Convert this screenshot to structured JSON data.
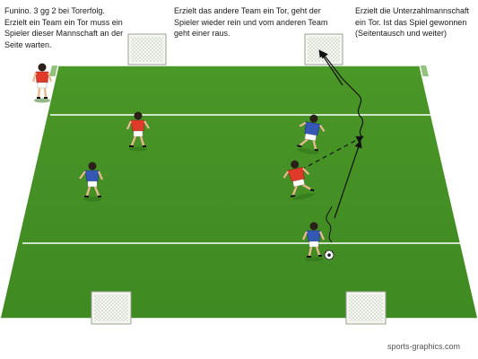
{
  "notes": {
    "left": "Funino. 3 gg 2 bei Torerfolg. Erzielt ein Team ein Tor muss ein Spieler dieser Mannschaft an der Seite warten.",
    "middle": "Erzielt das andere Team ein Tor, geht der Spieler wieder rein und vom anderen Team geht einer raus.",
    "right": "Erzielt die Unterzahlmannschaft ein Tor. Ist das Spiel gewonnen (Seitentausch und weiter)"
  },
  "watermark": "sports-graphics.com",
  "colors": {
    "pitch_light": "#4f9c2b",
    "pitch_dark": "#3f8a22",
    "line": "#ffffff",
    "red_team": "#e03a2a",
    "blue_team": "#3558b5",
    "goal_net": "#eef0ea"
  },
  "icons": [
    "goal-icon",
    "player-icon",
    "ball-icon",
    "run-arrow-icon",
    "pass-arrow-icon",
    "dribble-arrow-icon"
  ]
}
